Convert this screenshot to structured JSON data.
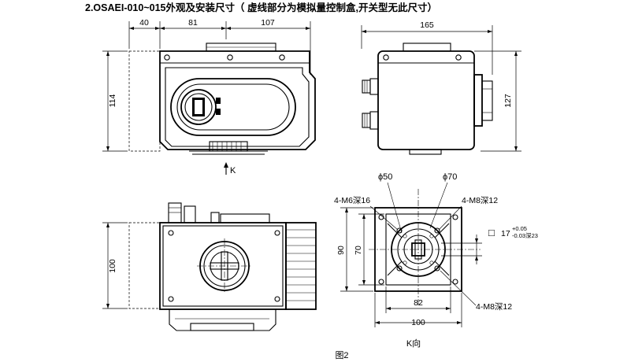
{
  "title": "2.OSAEI-010~015外观及安装尺寸（ 虚线部分为模拟量控制盒,开关型无此尺寸）",
  "figure_label": "图2",
  "front_view": {
    "dim_top": [
      "40",
      "81",
      "107"
    ],
    "dim_height": "114",
    "arrow_label": "K"
  },
  "side_view": {
    "dim_width": "165",
    "dim_height": "127"
  },
  "bottom_view": {
    "dim_height": "100"
  },
  "k_view": {
    "phi_a": "ϕ50",
    "phi_b": "ϕ70",
    "bolt_left": "4-M6深16",
    "bolt_right": "4-M8深12",
    "bolt_bottom": "4-M8深12",
    "square_symbol": "□",
    "square_size": "17",
    "tol_upper": "+0.05",
    "tol_lower": "-0.03深23",
    "dim_outer_h": "90",
    "dim_inner_h": "70",
    "dim_inner_w": "82",
    "dim_outer_w": "100",
    "label": "K向"
  }
}
